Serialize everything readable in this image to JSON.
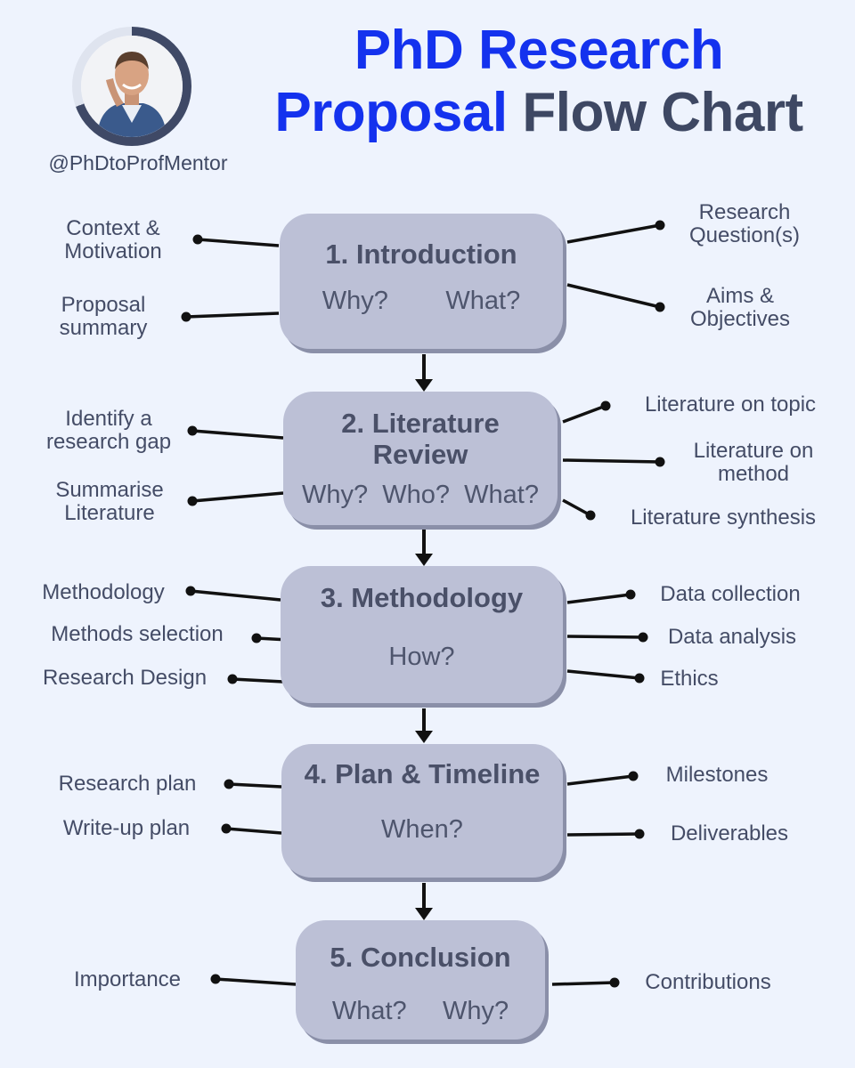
{
  "header": {
    "title_line1": "PhD Research",
    "title_line2_blue": "Proposal",
    "title_line2_dark": "Flow Chart",
    "handle": "@PhDtoProfMentor"
  },
  "boxes": [
    {
      "title": "1. Introduction",
      "subtitle": "Why?        What?"
    },
    {
      "title": "2. Literature\nReview",
      "subtitle": "Why?  Who?  What?"
    },
    {
      "title": "3. Methodology",
      "subtitle": "How?"
    },
    {
      "title": "4. Plan & Timeline",
      "subtitle": "When?"
    },
    {
      "title": "5. Conclusion",
      "subtitle": "What?     Why?"
    }
  ],
  "labels": {
    "context": "Context &\nMotivation",
    "proposal_summary": "Proposal\nsummary",
    "research_questions": "Research\nQuestion(s)",
    "aims": "Aims &\nObjectives",
    "research_gap": "Identify a\nresearch gap",
    "summarise": "Summarise\nLiterature",
    "lit_topic": "Literature on topic",
    "lit_method": "Literature on\nmethod",
    "lit_synthesis": "Literature synthesis",
    "methodology": "Methodology",
    "methods_selection": "Methods selection",
    "research_design": "Research Design",
    "data_collection": "Data collection",
    "data_analysis": "Data analysis",
    "ethics": "Ethics",
    "research_plan": "Research plan",
    "writeup_plan": "Write-up plan",
    "milestones": "Milestones",
    "deliverables": "Deliverables",
    "importance": "Importance",
    "contributions": "Contributions"
  },
  "colors": {
    "title_blue": "#1432ee",
    "title_dark": "#3e4863",
    "box_fill": "#bcc0d6",
    "background": "#eef3fd"
  }
}
